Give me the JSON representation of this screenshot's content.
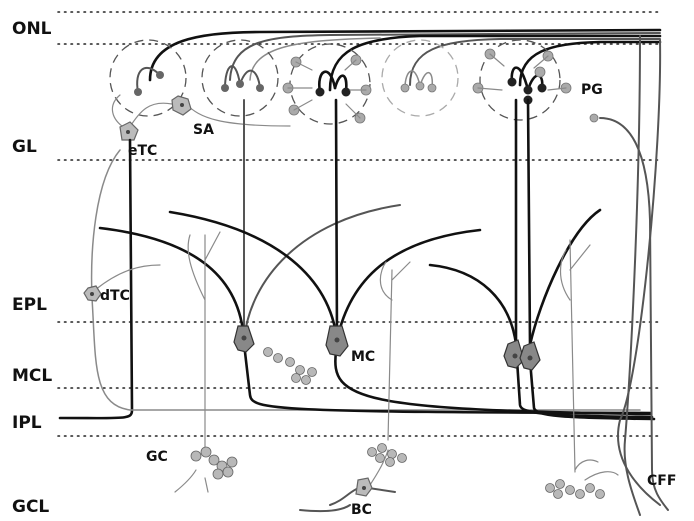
{
  "diagram": {
    "layers": [
      {
        "id": "onl",
        "label": "ONL"
      },
      {
        "id": "gl",
        "label": "GL"
      },
      {
        "id": "epl",
        "label": "EPL"
      },
      {
        "id": "mcl",
        "label": "MCL"
      },
      {
        "id": "ipl",
        "label": "IPL"
      },
      {
        "id": "gcl",
        "label": "GCL"
      }
    ],
    "cells": {
      "sa": "SA",
      "etc": "eTC",
      "pg": "PG",
      "dtc": "dTC",
      "mc": "MC",
      "gc": "GC",
      "bc": "BC",
      "cff": "CFF"
    }
  }
}
